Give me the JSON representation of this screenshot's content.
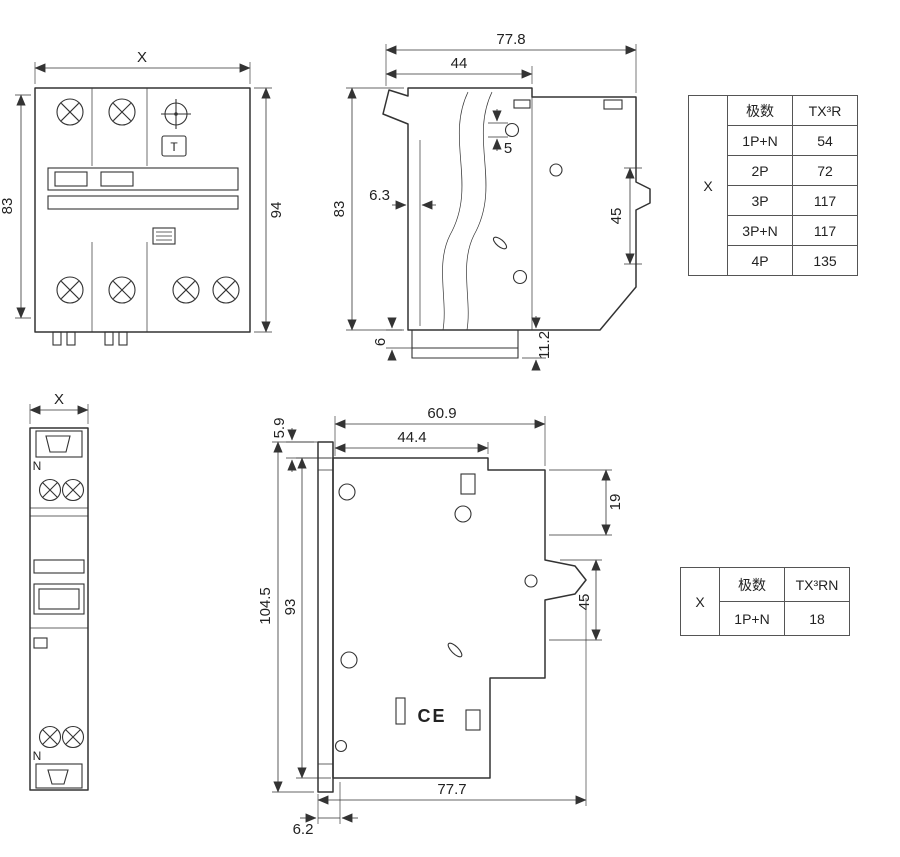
{
  "colors": {
    "background": "#ffffff",
    "line": "#333333"
  },
  "front_view_multi": {
    "dim_width": "X",
    "dim_height_left": "83",
    "dim_height_right": "94",
    "marking_t": "T"
  },
  "side_view_multi": {
    "dim_total_depth": "77.8",
    "dim_upper_depth": "44",
    "dim_step": "5",
    "dim_height": "83",
    "dim_front_step": "6.3",
    "dim_rail": "45",
    "dim_foot": "6",
    "dim_clip": "11.2"
  },
  "table_r": {
    "corner": "X",
    "col_poles": "极数",
    "col_model": "TX³R",
    "rows": [
      {
        "poles": "1P+N",
        "value": "54"
      },
      {
        "poles": "2P",
        "value": "72"
      },
      {
        "poles": "3P",
        "value": "117"
      },
      {
        "poles": "3P+N",
        "value": "117"
      },
      {
        "poles": "4P",
        "value": "135"
      }
    ]
  },
  "front_view_compact": {
    "dim_width": "X",
    "marking_n_top": "N",
    "marking_n_bottom": "N"
  },
  "side_view_compact": {
    "dim_lip": "5.9",
    "dim_total_top": "60.9",
    "dim_upper": "44.4",
    "dim_right_upper": "19",
    "dim_height_total": "104.5",
    "dim_height_body": "93",
    "dim_rail": "45",
    "dim_total_bottom": "77.7",
    "dim_front_offset": "6.2",
    "marking_ce": "CE"
  },
  "table_rn": {
    "corner": "X",
    "col_poles": "极数",
    "col_model": "TX³RN",
    "rows": [
      {
        "poles": "1P+N",
        "value": "18"
      }
    ]
  }
}
